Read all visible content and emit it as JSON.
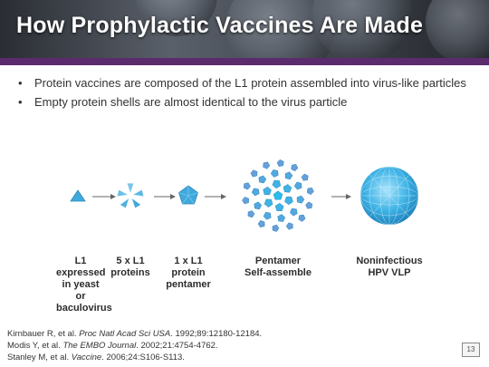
{
  "header": {
    "title": "How Prophylactic Vaccines Are Made"
  },
  "bullets": [
    "Protein vaccines are composed of the L1 protein assembled into virus-like particles",
    "Empty protein shells are almost identical to the virus particle"
  ],
  "stages": [
    {
      "label": "L1\nexpressed\nin yeast or\nbaculovirus"
    },
    {
      "label": "5 x L1\nproteins"
    },
    {
      "label": "1 x L1\nprotein\npentamer"
    },
    {
      "label": "Pentamer\nSelf-assemble"
    },
    {
      "label": "Noninfectious\nHPV VLP"
    }
  ],
  "references": {
    "ref1_plain": "Kirnbauer R, et al. ",
    "ref1_journal": "Proc Natl Acad Sci USA",
    "ref1_tail": ". 1992;89:12180-12184.",
    "ref2_plain": "Modis Y, et al. ",
    "ref2_journal": "The EMBO Journal",
    "ref2_tail": ". 2002;21:4754-4762.",
    "ref3_plain": "Stanley M, et al. ",
    "ref3_journal": "Vaccine",
    "ref3_tail": ". 2006;24:S106-S113."
  },
  "page_number": "13",
  "colors": {
    "accent_bar": "#5b2b6e",
    "protein_blue": "#3fa9dc",
    "arrow_gray": "#666666"
  }
}
